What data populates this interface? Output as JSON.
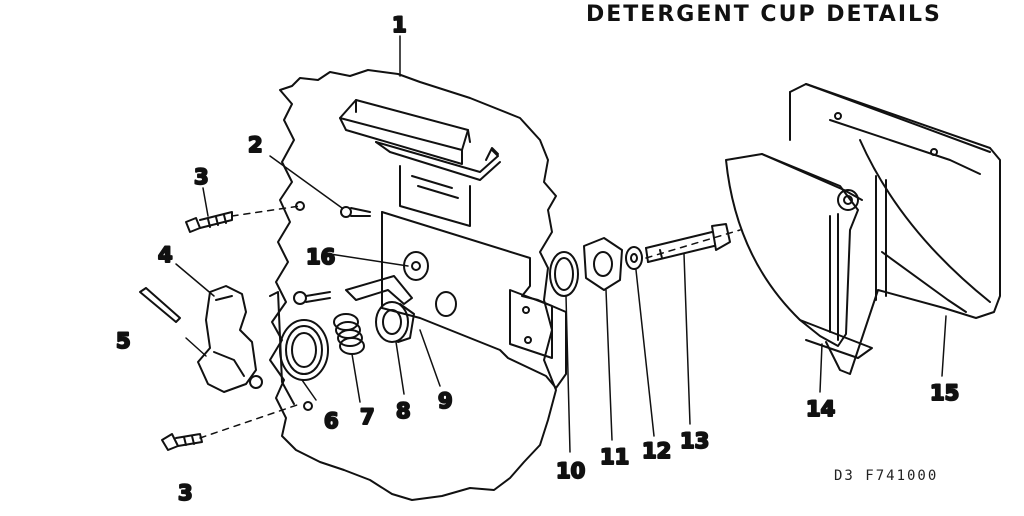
{
  "title": "DETERGENT CUP DETAILS",
  "drawing_code": "D3 F741000",
  "callouts": [
    {
      "id": "c1",
      "text": "1"
    },
    {
      "id": "c2",
      "text": "2"
    },
    {
      "id": "c3a",
      "text": "3"
    },
    {
      "id": "c3b",
      "text": "3"
    },
    {
      "id": "c4",
      "text": "4"
    },
    {
      "id": "c5",
      "text": "5"
    },
    {
      "id": "c6",
      "text": "6"
    },
    {
      "id": "c7",
      "text": "7"
    },
    {
      "id": "c8",
      "text": "8"
    },
    {
      "id": "c9",
      "text": "9"
    },
    {
      "id": "c10",
      "text": "10"
    },
    {
      "id": "c11",
      "text": "11"
    },
    {
      "id": "c12",
      "text": "12"
    },
    {
      "id": "c13",
      "text": "13"
    },
    {
      "id": "c14",
      "text": "14"
    },
    {
      "id": "c15",
      "text": "15"
    },
    {
      "id": "c16",
      "text": "16"
    }
  ]
}
